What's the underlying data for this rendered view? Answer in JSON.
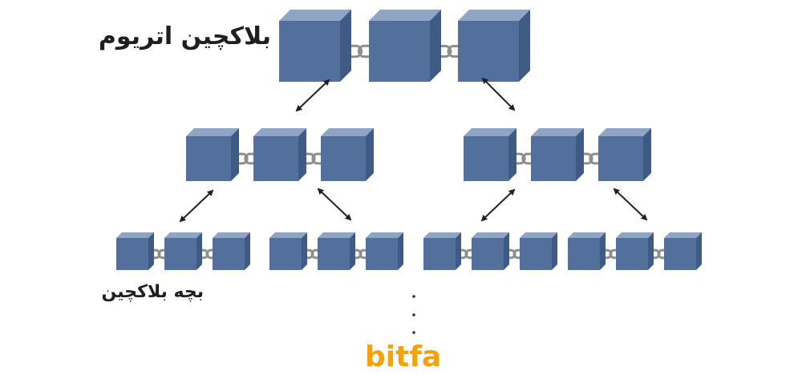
{
  "labels": {
    "main_title": "بلاکچین اتریوم",
    "child_title": "بچه بلاکچین"
  },
  "brand": {
    "logo_text": "bitfa",
    "color": "#f2a20f"
  },
  "colors": {
    "cube_front": "#52709b",
    "cube_top": "#8fa5c6",
    "cube_side": "#3e5a85",
    "chain": "#8e8e8e",
    "arrow": "#222222"
  },
  "structure": {
    "root_chain_blocks": 3,
    "child_chains": 2,
    "grandchild_chains": 4,
    "blocks_per_chain": 3
  }
}
